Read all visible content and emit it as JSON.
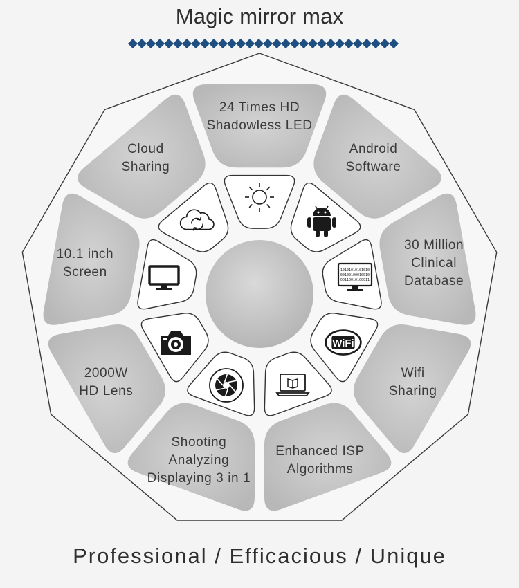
{
  "header": {
    "title": "Magic mirror max"
  },
  "segments": [
    {
      "id": "led",
      "lines": [
        "24 Times HD",
        "Shadowless LED"
      ]
    },
    {
      "id": "android",
      "lines": [
        "Android",
        "Software"
      ]
    },
    {
      "id": "database",
      "lines": [
        "30 Million",
        "Clinical",
        "Database"
      ]
    },
    {
      "id": "wifi",
      "lines": [
        "Wifi",
        "Sharing"
      ]
    },
    {
      "id": "isp",
      "lines": [
        "Enhanced ISP",
        "Algorithms"
      ]
    },
    {
      "id": "shooting",
      "lines": [
        "Shooting",
        "Analyzing",
        "Displaying 3 in 1"
      ]
    },
    {
      "id": "lens",
      "lines": [
        "2000W",
        "HD Lens"
      ]
    },
    {
      "id": "screen",
      "lines": [
        "10.1 inch",
        "Screen"
      ]
    },
    {
      "id": "cloud",
      "lines": [
        "Cloud",
        "Sharing"
      ]
    }
  ],
  "icons": {
    "led": "sun-icon",
    "android": "android-icon",
    "database": "monitor-code-icon",
    "wifi": "wifi-icon",
    "isp": "laptop-book-icon",
    "shooting": "aperture-icon",
    "lens": "camera-icon",
    "screen": "monitor-icon",
    "cloud": "cloud-sync-icon"
  },
  "wifi_text": "WiFi",
  "code_lines": [
    "10101010101010",
    "00100100010010",
    "00110010100011"
  ],
  "footer": {
    "tagline": "Professional / Efficacious / Unique"
  },
  "colors": {
    "accent": "#1f4f80",
    "segment_fill": "#c8c8c8",
    "hub_fill": "#c4c4c4",
    "outline": "#333333"
  }
}
